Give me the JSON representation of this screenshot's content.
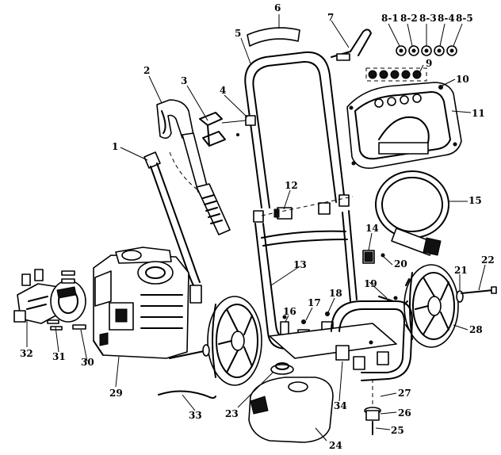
{
  "callouts": {
    "c1": "1",
    "c2": "2",
    "c3": "3",
    "c4": "4",
    "c5": "5",
    "c6": "6",
    "c7": "7",
    "c8_1": "8-1",
    "c8_2": "8-2",
    "c8_3": "8-3",
    "c8_4": "8-4",
    "c8_5": "8-5",
    "c9": "9",
    "c10": "10",
    "c11": "11",
    "c12": "12",
    "c13": "13",
    "c14": "14",
    "c15": "15",
    "c16": "16",
    "c17": "17",
    "c18": "18",
    "c19": "19",
    "c20": "20",
    "c21": "21",
    "c22": "22",
    "c23": "23",
    "c24": "24",
    "c25": "25",
    "c26": "26",
    "c27": "27",
    "c28": "28",
    "c29": "29",
    "c30": "30",
    "c31": "31",
    "c32": "32",
    "c33": "33",
    "c34": "34"
  }
}
